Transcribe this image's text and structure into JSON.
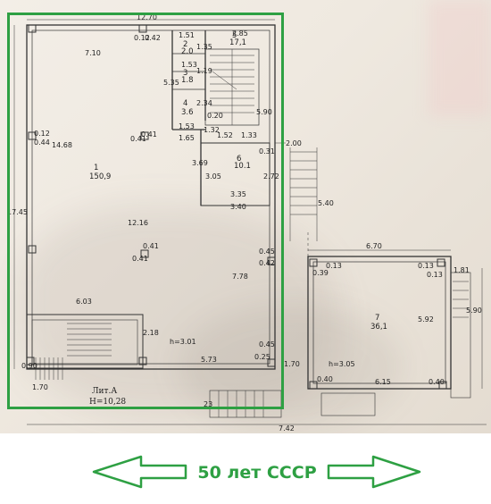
{
  "plan": {
    "top_width": "12.70",
    "room_main_dims": [
      "7.10",
      "14.68",
      "17.45",
      "12.16",
      "6.03",
      "5.73"
    ],
    "room1": {
      "number": "1",
      "area": "150,9"
    },
    "room2": {
      "number": "2",
      "area": "2.0"
    },
    "room3": {
      "number": "3",
      "area": "1.8"
    },
    "room4": {
      "number": "4",
      "area": "3.6"
    },
    "room5": {
      "number": "5",
      "area": "17,1"
    },
    "room6": {
      "number": "6",
      "area": "10.1"
    },
    "room7": {
      "number": "7",
      "area": "36,1"
    },
    "dims_misc": {
      "d012": "0.12",
      "d042": "0.42",
      "d151": "1.51",
      "d135": "1.35",
      "d285": "2.85",
      "d153a": "1.53",
      "d119": "1.19",
      "d535": "5.35",
      "d234": "2.34",
      "d020": "0.20",
      "d590": "5.90",
      "d153b": "1.53",
      "d165": "1.65",
      "d132": "1.32",
      "d152": "1.52",
      "d133": "1.33",
      "d041a": "0.41",
      "d041b": "0.41",
      "d012b": "0.12",
      "d044": "0.44",
      "d031": "0.31",
      "d272": "2.72",
      "d369": "3.69",
      "d305": "3.05",
      "d335": "3.35",
      "d340": "3.40",
      "d200": "2.00",
      "d540": "5.40",
      "d041c": "0.41",
      "d041d": "0.41",
      "d045a": "0.45",
      "d042b": "0.42",
      "d778": "7.78",
      "d218": "2.18",
      "d045b": "0.45",
      "d025": "0.25",
      "d170a": "1.70",
      "d090": "0.90",
      "d170b": "1.70",
      "d670": "6.70",
      "d039": "0.39",
      "d013a": "0.13",
      "d013b": "0.13",
      "d013c": "0.13",
      "d181": "1.81",
      "d592": "5.92",
      "d590b": "5.90",
      "d040a": "0.40",
      "d615": "6.15",
      "d040b": "0.40",
      "d742": "7.42",
      "d23": "23",
      "h301": "h=3.01",
      "h305": "h=3.05"
    },
    "lit_a": "Лит.А",
    "lit_h": "H=10,28"
  },
  "caption": {
    "text": "50 лет СССР",
    "color": "#2ea043"
  }
}
